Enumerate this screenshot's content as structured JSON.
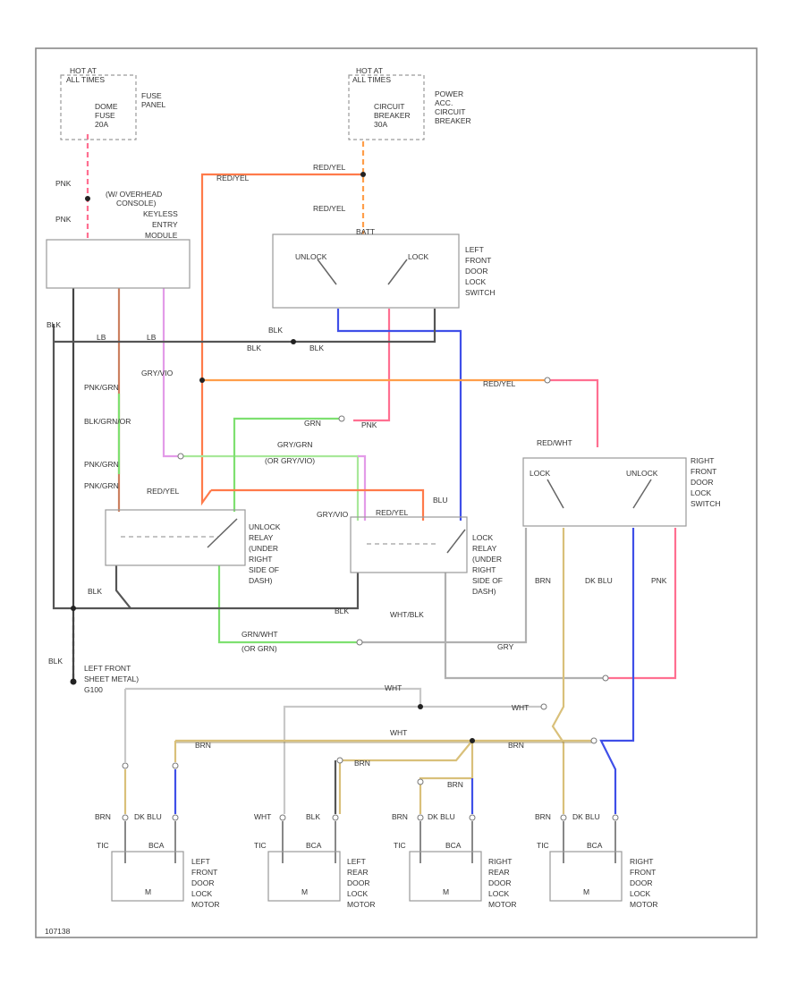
{
  "diagram": {
    "footer_code": "107138",
    "colors": {
      "pink": "#ff6f91",
      "red_yel": "#ff7a4a",
      "orange": "#ff9e4a",
      "blue": "#3f4fe8",
      "green": "#7ee070",
      "violet": "#e39be8",
      "tan": "#d9c07a",
      "gray": "#9a9a9a",
      "black": "#333333"
    },
    "blocks": {
      "fuse_panel": {
        "lines": [
          "HOT AT",
          "ALL TIMES",
          "DOME",
          "FUSE",
          "20A",
          "FUSE",
          "PANEL"
        ]
      },
      "circuit_breaker": {
        "lines": [
          "HOT AT",
          "ALL TIMES",
          "CIRCUIT",
          "BREAKER",
          "30A",
          "POWER",
          "ACC.",
          "CIRCUIT",
          "BREAKER"
        ]
      },
      "keyless_module": {
        "lines": [
          "(W/ OVERHEAD",
          "CONSOLE)",
          "KEYLESS",
          "ENTRY",
          "MODULE"
        ]
      },
      "left_switch": {
        "lines": [
          "LEFT",
          "FRONT",
          "DOOR",
          "LOCK",
          "SWITCH"
        ],
        "lock": "LOCK",
        "unlock": "UNLOCK",
        "batt": "BATT"
      },
      "right_switch": {
        "lines": [
          "RIGHT",
          "FRONT",
          "DOOR",
          "LOCK",
          "SWITCH"
        ],
        "lock": "LOCK",
        "unlock": "UNLOCK",
        "redwht": "RED/WHT"
      },
      "unlock_relay": {
        "lines": [
          "UNLOCK",
          "RELAY",
          "(UNDER",
          "RIGHT",
          "SIDE OF",
          "DASH)"
        ]
      },
      "lock_relay": {
        "lines": [
          "LOCK",
          "RELAY",
          "(UNDER",
          "RIGHT",
          "SIDE OF",
          "DASH)"
        ]
      },
      "ground": {
        "lines": [
          "LEFT FRONT",
          "SHEET METAL)",
          "G100"
        ]
      },
      "motors": [
        {
          "lines": [
            "LEFT",
            "FRONT",
            "DOOR",
            "LOCK",
            "MOTOR"
          ]
        },
        {
          "lines": [
            "LEFT",
            "REAR",
            "DOOR",
            "LOCK",
            "MOTOR"
          ]
        },
        {
          "lines": [
            "RIGHT",
            "REAR",
            "DOOR",
            "LOCK",
            "MOTOR"
          ]
        },
        {
          "lines": [
            "RIGHT",
            "FRONT",
            "DOOR",
            "LOCK",
            "MOTOR"
          ]
        }
      ],
      "motor_pins": {
        "left_pin": "TIC",
        "right_pin": "BCA",
        "symbol": "M"
      }
    },
    "wire_labels": {
      "pnk": "PNK",
      "pnk_v": "PNK",
      "red_yel": "RED/YEL",
      "blk": "BLK",
      "lb": "LB",
      "gry_vio": "GRY/VIO",
      "pnk_grn": "PNK/GRN",
      "blk_grn_or": "BLK/GRN/OR",
      "grn_pnk": "GRN",
      "gry_grn": "GRY/GRN",
      "gry_grn_alt": "(OR GRY/VIO)",
      "grn_wht": "GRN/WHT",
      "grn_wht_alt": "(OR GRN)",
      "wht_blk": "WHT/BLK",
      "gry": "GRY",
      "brn": "BRN",
      "dk_blu": "DK BLU",
      "wht": "WHT",
      "blu": "BLU"
    }
  }
}
